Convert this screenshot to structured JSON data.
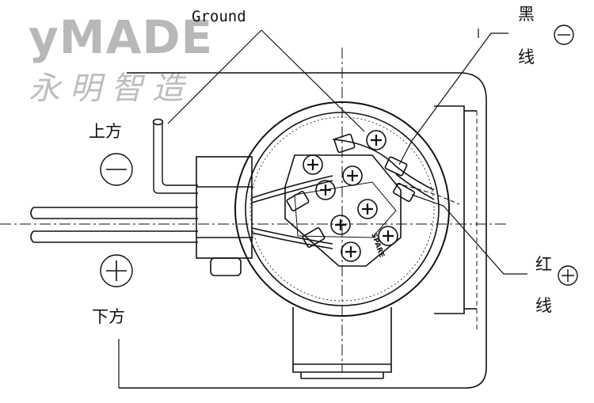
{
  "logo": {
    "brand": "yMADE",
    "brand_cn": "永明智造"
  },
  "labels": {
    "ground": "Ground",
    "top_side": "上方",
    "bottom_side": "下方",
    "black_wire_1": "黑",
    "black_wire_2": "线",
    "red_wire_1": "红",
    "red_wire_2": "线",
    "spare": "SPARE"
  },
  "symbols": {
    "minus": "−",
    "plus": "+"
  }
}
